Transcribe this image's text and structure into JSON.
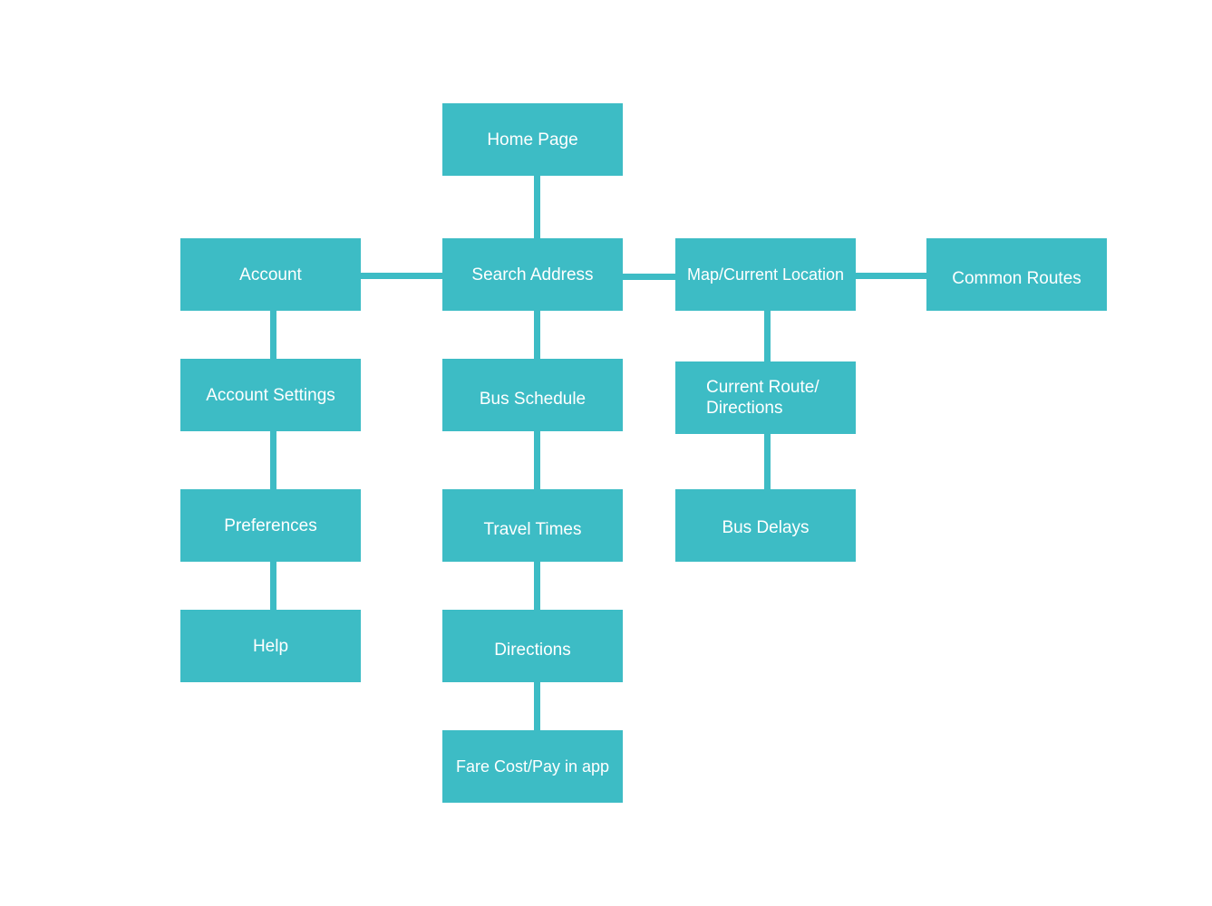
{
  "theme": {
    "node_color": "#3dbcc5",
    "text_color": "#ffffff",
    "background": "#ffffff"
  },
  "nodes": {
    "home_page": "Home Page",
    "account": "Account",
    "search_address": "Search Address",
    "map_current_location": "Map/Current Location",
    "common_routes": "Common Routes",
    "account_settings": "Account Settings",
    "bus_schedule": "Bus Schedule",
    "current_route_directions": "Current Route/\nDirections",
    "preferences": "Preferences",
    "travel_times": "Travel Times",
    "bus_delays": "Bus Delays",
    "help": "Help",
    "directions": "Directions",
    "fare_cost_pay_in_app": "Fare Cost/Pay in app"
  }
}
